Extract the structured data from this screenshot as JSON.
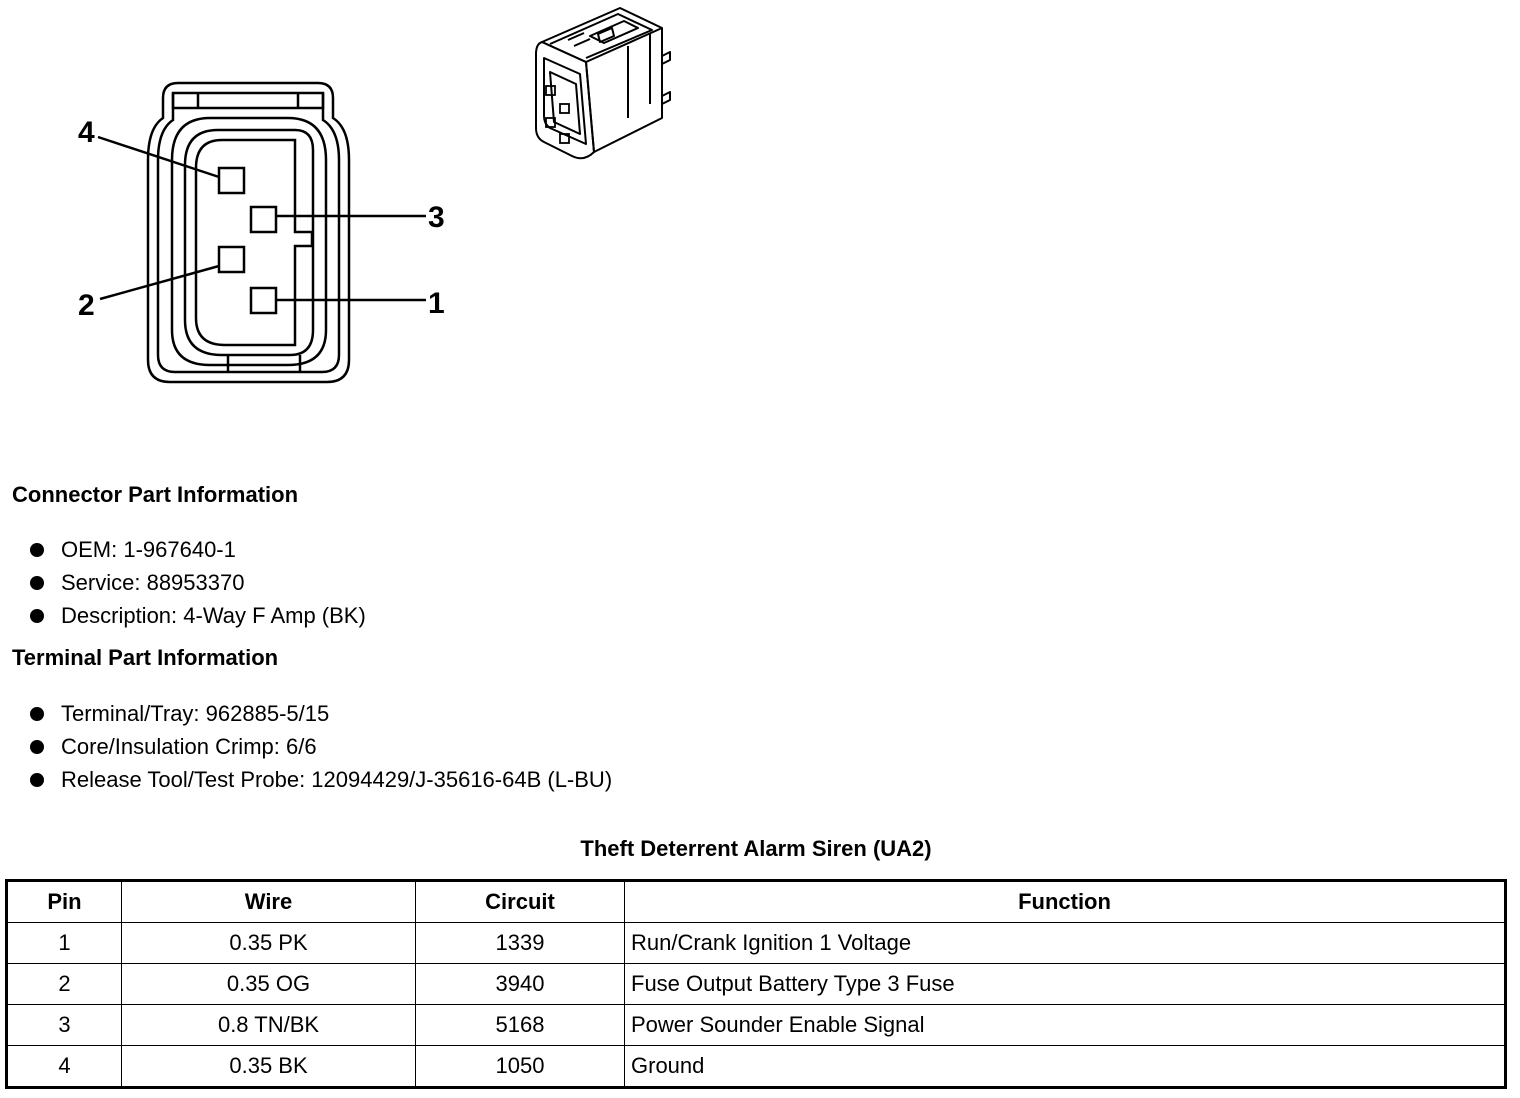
{
  "diagram": {
    "pin_callouts": [
      "4",
      "3",
      "2",
      "1"
    ]
  },
  "connector_info": {
    "title": "Connector Part Information",
    "items": [
      "OEM: 1-967640-1",
      "Service: 88953370",
      "Description: 4-Way F Amp (BK)"
    ]
  },
  "terminal_info": {
    "title": "Terminal Part Information",
    "items": [
      "Terminal/Tray: 962885-5/15",
      "Core/Insulation Crimp: 6/6",
      "Release Tool/Test Probe: 12094429/J-35616-64B (L-BU)"
    ]
  },
  "table": {
    "title": "Theft Deterrent Alarm Siren (UA2)",
    "headers": [
      "Pin",
      "Wire",
      "Circuit",
      "Function"
    ],
    "rows": [
      [
        "1",
        "0.35 PK",
        "1339",
        "Run/Crank Ignition 1 Voltage"
      ],
      [
        "2",
        "0.35 OG",
        "3940",
        "Fuse Output Battery Type 3 Fuse"
      ],
      [
        "3",
        "0.8 TN/BK",
        "5168",
        "Power Sounder Enable Signal"
      ],
      [
        "4",
        "0.35 BK",
        "1050",
        "Ground"
      ]
    ]
  }
}
